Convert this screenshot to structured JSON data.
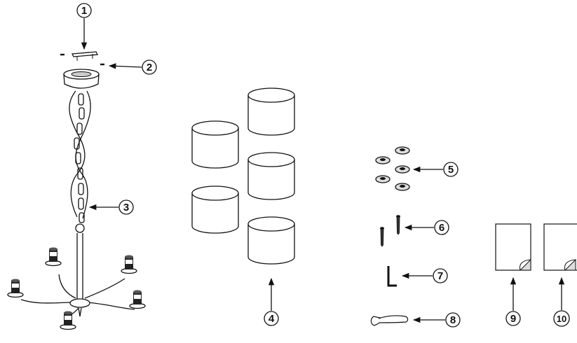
{
  "callouts": {
    "c1": "1",
    "c2": "2",
    "c3": "3",
    "c4": "4",
    "c5": "5",
    "c6": "6",
    "c7": "7",
    "c8": "8",
    "c9": "9",
    "c10": "10"
  },
  "icons": {
    "chandelier": "five-arm-chandelier",
    "bracket": "mounting-bracket",
    "screws": "bracket-screws",
    "chain": "hanging-chain",
    "shades": "cylindrical-shades",
    "washers": "washers",
    "wood_screws": "mounting-screws",
    "allen_key": "hex-key",
    "wrench": "spanner",
    "manuals": "instruction-sheets"
  }
}
